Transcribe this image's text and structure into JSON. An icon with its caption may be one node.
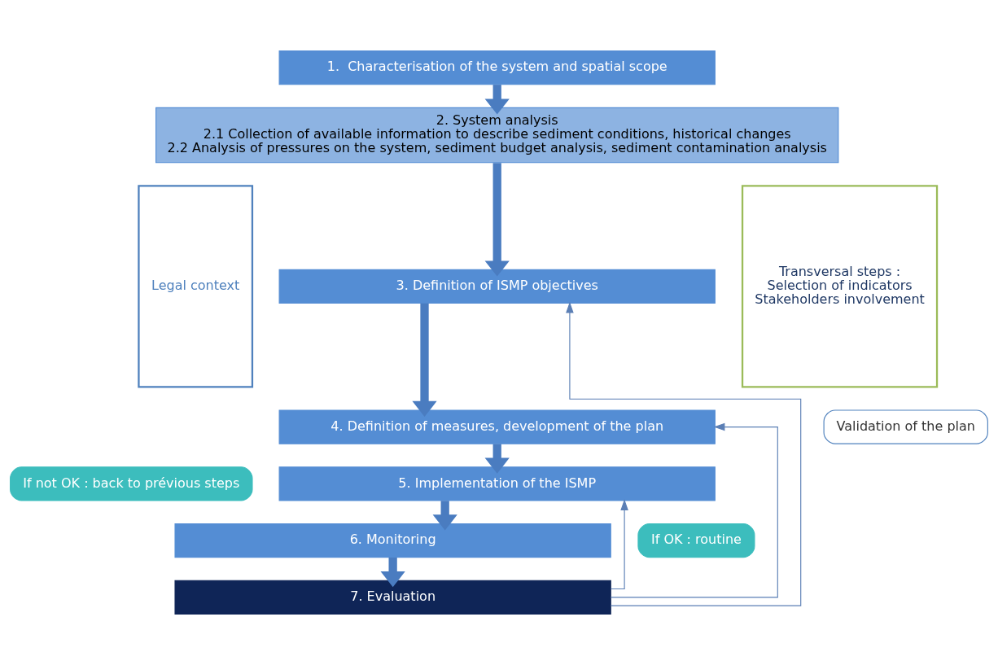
{
  "diagram": {
    "nodes": [
      {
        "text": [
          "Legal context"
        ]
      },
      {
        "text": [
          "1.  Characterisation of the system and spatial scope"
        ]
      },
      {
        "text": [
          "2. System analysis",
          "2.1 Collection of available information to describe sediment conditions, historical changes",
          "2.2 Analysis of pressures on the system, sediment budget analysis, sediment contamination analysis"
        ]
      },
      {
        "text": [
          "3. Definition of ISMP objectives"
        ]
      },
      {
        "text": [
          "4. Definition of measures, development of the plan"
        ]
      },
      {
        "text": [
          "Validation of the plan"
        ]
      },
      {
        "text": [
          "5. Implementation of the ISMP"
        ]
      },
      {
        "text": [
          "6. Monitoring"
        ]
      },
      {
        "text": [
          "7. Evaluation"
        ]
      },
      {
        "text": [
          "If not OK : back to prévious steps"
        ]
      },
      {
        "text": [
          "If OK : routine"
        ]
      },
      {
        "text": [
          "Transversal steps :",
          "Selection of indicators",
          "Stakeholders involvement"
        ]
      }
    ],
    "edges": [
      {
        "from": 1,
        "to": 2,
        "arrow": "to"
      },
      {
        "from": 2,
        "to": 3,
        "arrow": "to"
      },
      {
        "from": 3,
        "to": 4,
        "arrow": "to"
      },
      {
        "from": 4,
        "to": 6,
        "arrow": "to"
      },
      {
        "from": 6,
        "to": 7,
        "arrow": "to"
      },
      {
        "from": 7,
        "to": 8,
        "arrow": "to"
      },
      {
        "from": 8,
        "to": 3,
        "arrow": "to",
        "color": "#5b7fb5"
      },
      {
        "from": 8,
        "to": 4,
        "arrow": "to",
        "color": "#5b7fb5"
      },
      {
        "from": 8,
        "to": 6,
        "arrow": "to",
        "color": "#5b7fb5"
      }
    ]
  }
}
